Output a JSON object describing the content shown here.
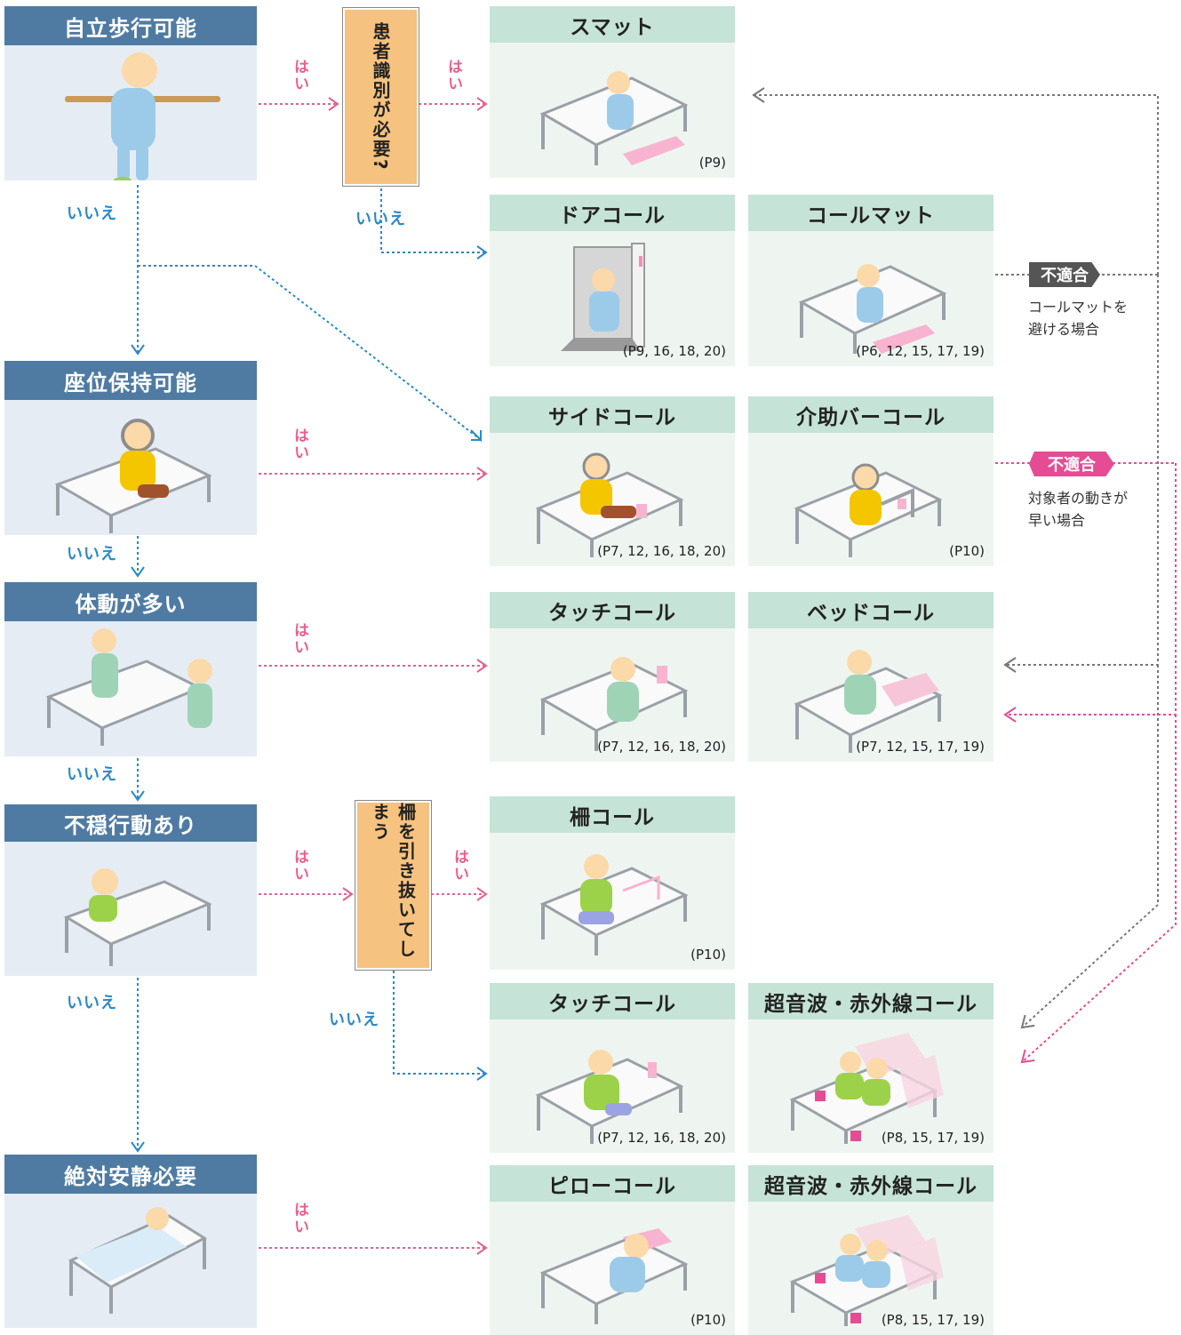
{
  "conditions": [
    {
      "label": "自立歩行可能"
    },
    {
      "label": "座位保持可能"
    },
    {
      "label": "体動が多い"
    },
    {
      "label": "不穏行動あり"
    },
    {
      "label": "絶対安静必要"
    }
  ],
  "questions": {
    "patient_id": "患者識別が必要?",
    "pull_rail": "柵を引き抜いてしまう"
  },
  "labels": {
    "yes": "はい",
    "no": "いいえ"
  },
  "cards": {
    "smat": {
      "title": "スマット",
      "ref": "(P9)"
    },
    "door_call": {
      "title": "ドアコール",
      "ref": "(P9, 16, 18, 20)"
    },
    "call_mat": {
      "title": "コールマット",
      "ref": "(P6, 12, 15, 17, 19)"
    },
    "side_call": {
      "title": "サイドコール",
      "ref": "(P7, 12, 16, 18, 20)"
    },
    "assist_bar_call": {
      "title": "介助バーコール",
      "ref": "(P10)"
    },
    "touch_call_1": {
      "title": "タッチコール",
      "ref": "(P7, 12, 16, 18, 20)"
    },
    "bed_call": {
      "title": "ベッドコール",
      "ref": "(P7, 12, 15, 17, 19)"
    },
    "rail_call": {
      "title": "柵コール",
      "ref": "(P10)"
    },
    "touch_call_2": {
      "title": "タッチコール",
      "ref": "(P7, 12, 16, 18, 20)"
    },
    "ultrasonic_1": {
      "title": "超音波・赤外線コール",
      "ref": "(P8, 15, 17, 19)"
    },
    "pillow_call": {
      "title": "ピローコール",
      "ref": "(P10)"
    },
    "ultrasonic_2": {
      "title": "超音波・赤外線コール",
      "ref": "(P8, 15, 17, 19)"
    }
  },
  "unsuitable": [
    {
      "badge": "不適合",
      "note_line1": "コールマットを",
      "note_line2": "避ける場合",
      "color": "#555555"
    },
    {
      "badge": "不適合",
      "note_line1": "対象者の動きが",
      "note_line2": "早い場合",
      "color": "#e64c94"
    }
  ],
  "colors": {
    "yes": "#e7608f",
    "no": "#2a8ac9",
    "gray": "#777777",
    "header_blue": "#4f7ba3",
    "card_header": "#c5e3d6",
    "qbox": "#f6c27f"
  }
}
